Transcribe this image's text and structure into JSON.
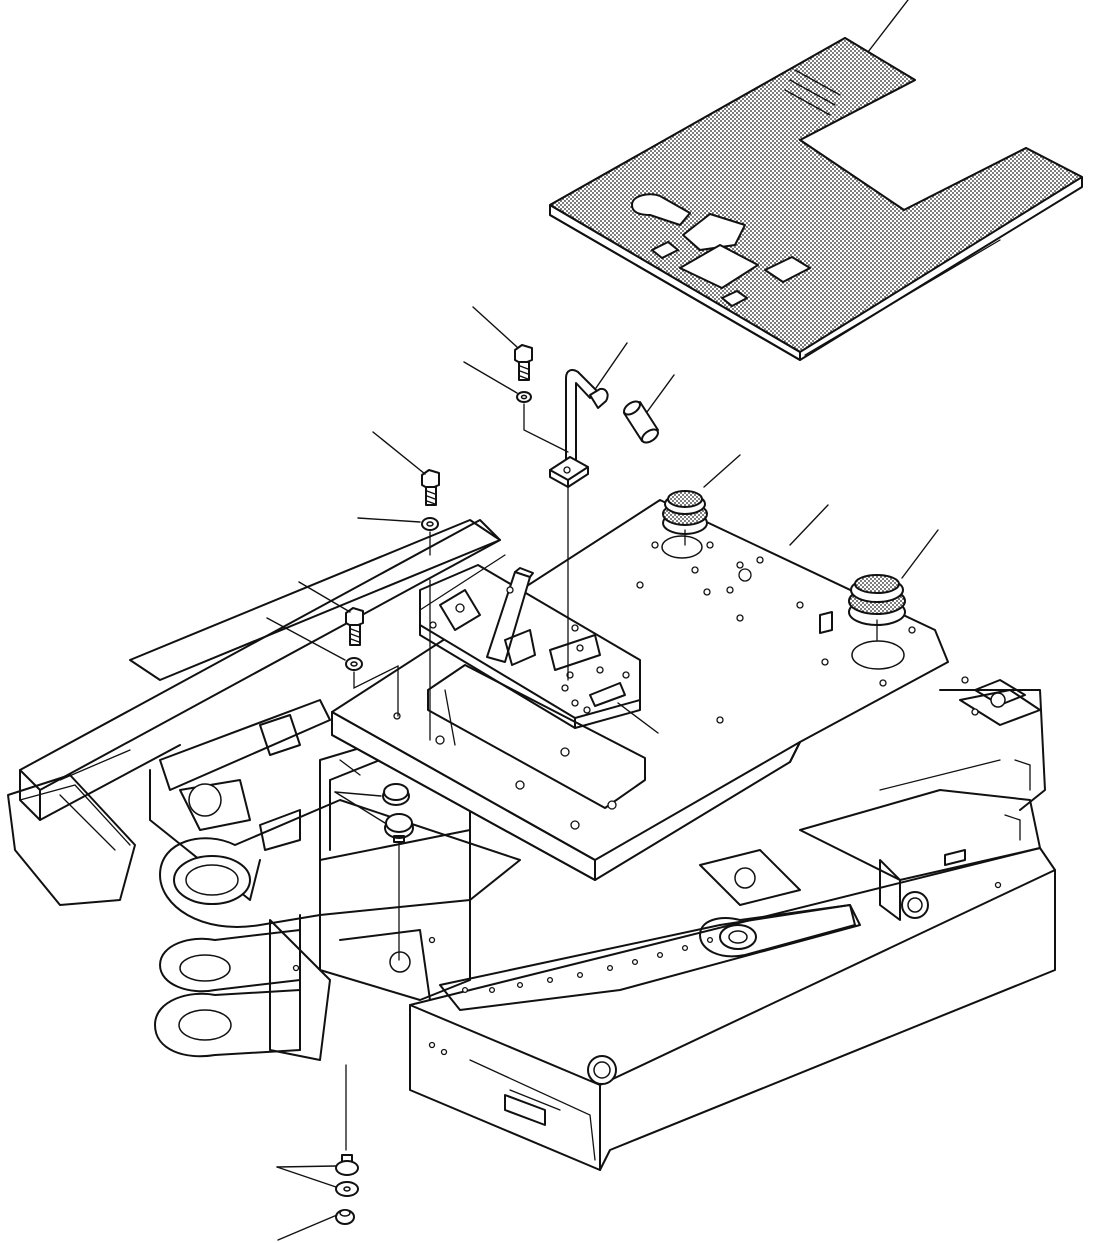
{
  "diagram": {
    "type": "exploded-parts-illustration",
    "background": "#ffffff",
    "ink": "#111111",
    "parts": [
      {
        "id": "floor-mat"
      },
      {
        "id": "floor-plate"
      },
      {
        "id": "access-cover"
      },
      {
        "id": "lock-lever"
      },
      {
        "id": "lever-grip"
      },
      {
        "id": "rubber-grommet-front"
      },
      {
        "id": "rubber-grommet-rear"
      },
      {
        "id": "mount-bolt-upper"
      },
      {
        "id": "mount-bolt-middle"
      },
      {
        "id": "mount-bolt-lower"
      },
      {
        "id": "washer-upper"
      },
      {
        "id": "washer-middle"
      },
      {
        "id": "washer-lower"
      },
      {
        "id": "cushion-mount-upper"
      },
      {
        "id": "cushion-mount-lower"
      },
      {
        "id": "revolving-frame"
      }
    ]
  }
}
